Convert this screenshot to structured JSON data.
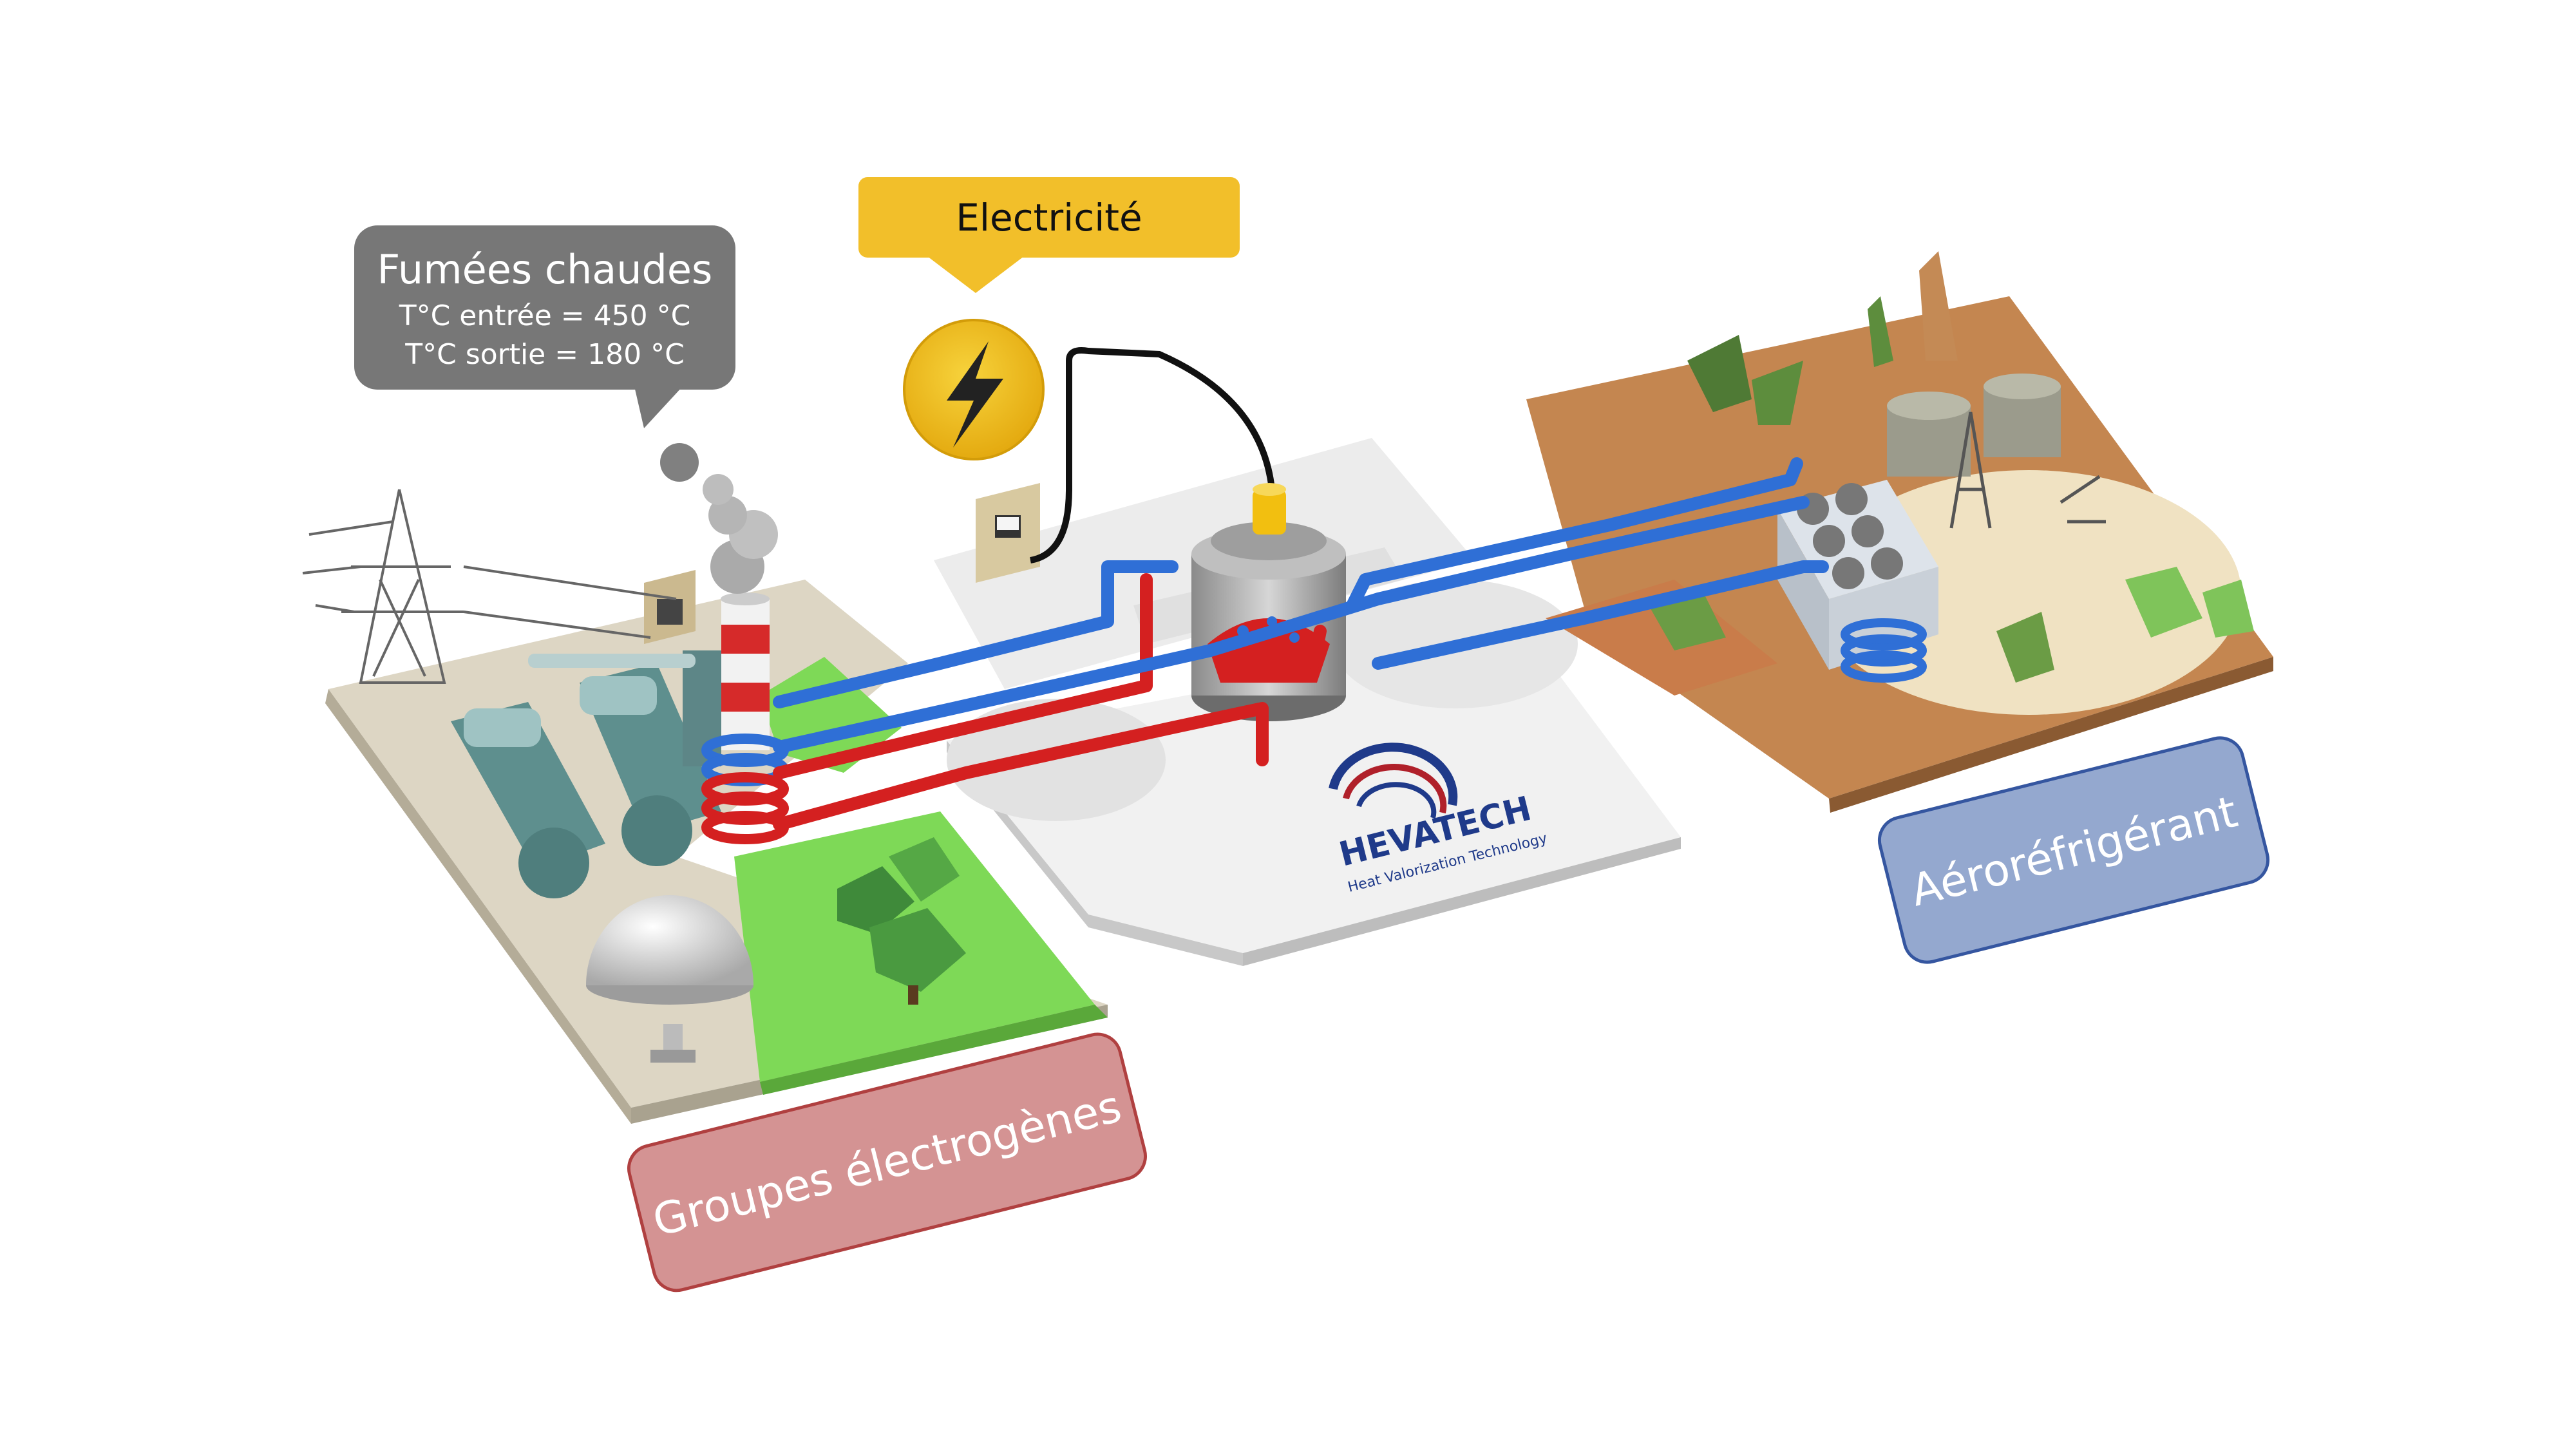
{
  "callouts": {
    "fumees": {
      "title": "Fumées chaudes",
      "line1": "T°C entrée = 450 °C",
      "line2": "T°C sortie = 180 °C"
    },
    "electricite": {
      "label": "Electricité"
    }
  },
  "labels": {
    "groupes": "Groupes électrogènes",
    "aero": "Aéroréfrigérant"
  },
  "logo": {
    "name": "HEVATECH",
    "tagline": "Heat Valorization Technology"
  },
  "colors": {
    "hot_pipe": "#d42020",
    "cold_pipe": "#2f6fd6",
    "fumees_bubble": "#777777",
    "elec_bubble": "#f2bf2a",
    "groupes_box": "#d49393",
    "aero_box": "#94a8cf",
    "grass": "#7ed957",
    "desert": "#c48650",
    "platform": "#eeeeee"
  },
  "icons": {
    "electricity": "lightning-bolt-icon"
  }
}
